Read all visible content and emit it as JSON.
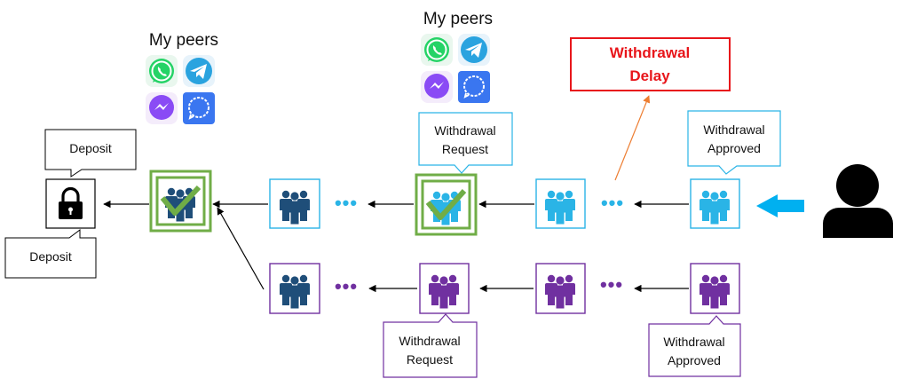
{
  "diagram": {
    "left_peers_title": "My peers",
    "center_peers_title": "My peers",
    "deposit_top": "Deposit",
    "deposit_bottom": "Deposit",
    "withdrawal_request_top": [
      "Withdrawal",
      "Request"
    ],
    "withdrawal_approved_top": [
      "Withdrawal",
      "Approved"
    ],
    "withdrawal_delay": [
      "Withdrawal",
      "Delay"
    ],
    "withdrawal_request_bottom": [
      "Withdrawal",
      "Request"
    ],
    "withdrawal_approved_bottom": [
      "Withdrawal",
      "Approved"
    ],
    "ellipsis": "•••",
    "messenger_icons": [
      "whatsapp-icon",
      "telegram-icon",
      "messenger-icon",
      "signal-icon"
    ]
  },
  "colors": {
    "cyan_chain": "#2ab4e6",
    "purple_chain": "#7030a0",
    "navy_group": "#1f4e79",
    "green_check": "#70ad47",
    "delay_red": "#e8161b",
    "delay_arrow": "#ed7d31",
    "input_arrow": "#00b0f0"
  }
}
